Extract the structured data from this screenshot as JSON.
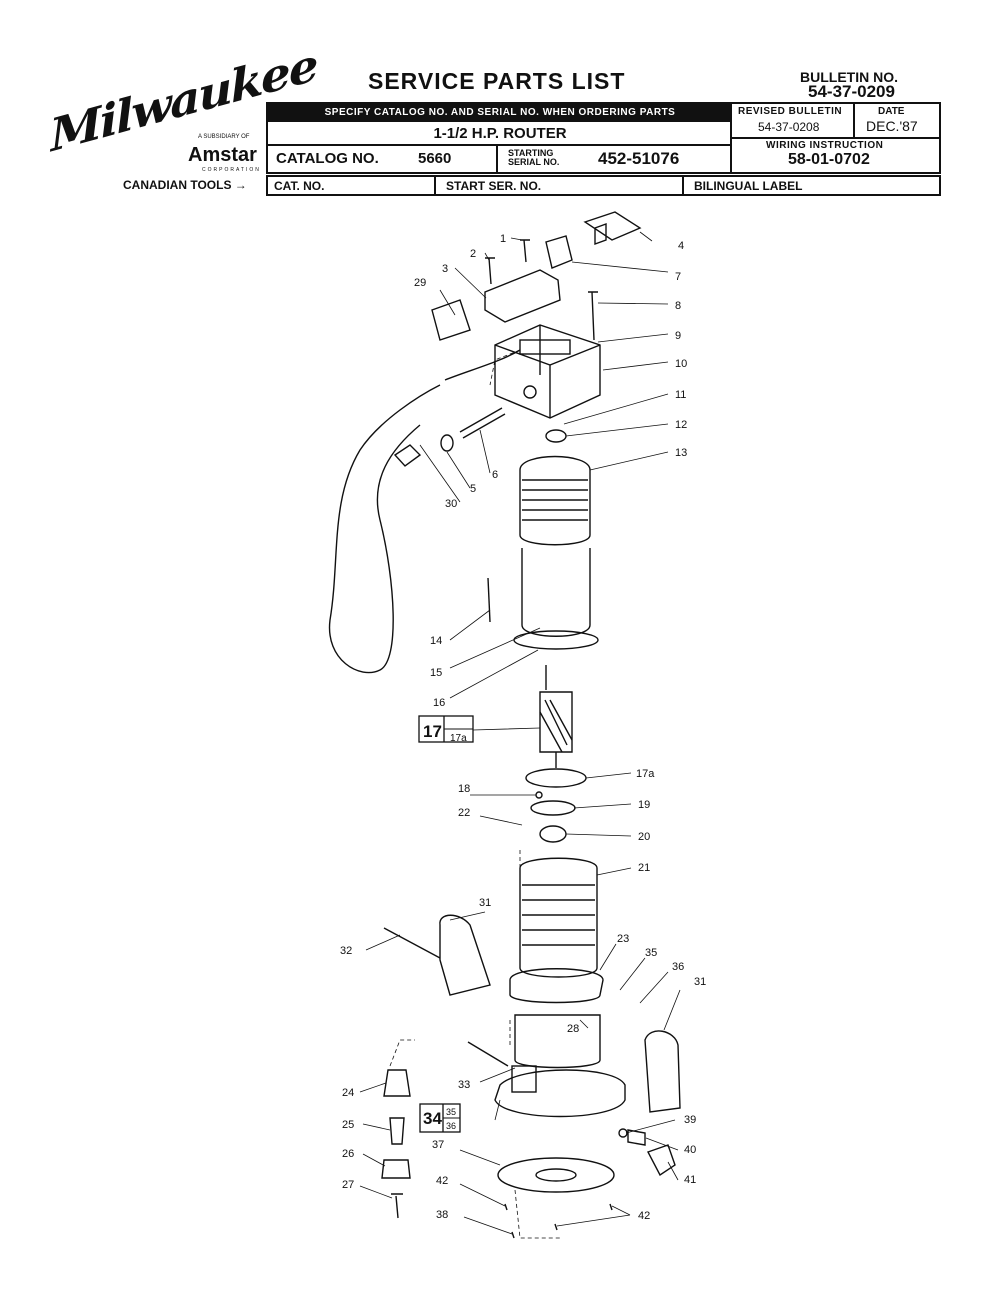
{
  "brand": {
    "logo_text": "Milwaukee",
    "subsidiary_text": "A SUBSIDIARY OF",
    "parent_brand": "Amstar",
    "corporation_text": "CORPORATION"
  },
  "header": {
    "title": "SERVICE PARTS LIST",
    "bulletin_label": "BULLETIN NO.",
    "bulletin_number": "54-37-0209",
    "specify_note": "SPECIFY CATALOG NO. AND SERIAL NO. WHEN ORDERING PARTS",
    "product_name": "1-1/2 H.P. ROUTER",
    "catalog_label": "CATALOG NO.",
    "catalog_number": "5660",
    "starting_serial_label_1": "STARTING",
    "starting_serial_label_2": "SERIAL NO.",
    "starting_serial_number": "452-51076",
    "revised_bulletin_label": "REVISED BULLETIN",
    "revised_bulletin_number": "54-37-0208",
    "date_label": "DATE",
    "date_value": "DEC.'87",
    "wiring_label": "WIRING INSTRUCTION",
    "wiring_number": "58-01-0702"
  },
  "canadian": {
    "label": "CANADIAN TOOLS",
    "cat_no_label": "CAT. NO.",
    "start_ser_label": "START SER. NO.",
    "bilingual_label": "BILINGUAL LABEL"
  },
  "callouts": {
    "c1": "1",
    "c2": "2",
    "c3": "3",
    "c4": "4",
    "c5": "5",
    "c6": "6",
    "c7": "7",
    "c8": "8",
    "c9": "9",
    "c10": "10",
    "c11": "11",
    "c12": "12",
    "c13": "13",
    "c14": "14",
    "c15": "15",
    "c16": "16",
    "c17": "17",
    "c17a": "17a",
    "c17a_box": "17a",
    "c18": "18",
    "c19": "19",
    "c20": "20",
    "c21": "21",
    "c22": "22",
    "c23": "23",
    "c24": "24",
    "c25": "25",
    "c26": "26",
    "c27": "27",
    "c28": "28",
    "c29": "29",
    "c30": "30",
    "c31a": "31",
    "c31b": "31",
    "c32": "32",
    "c33": "33",
    "c34": "34",
    "c34_35": "35",
    "c34_36": "36",
    "c35": "35",
    "c36": "36",
    "c37": "37",
    "c38": "38",
    "c39": "39",
    "c40": "40",
    "c41": "41",
    "c42a": "42",
    "c42b": "42"
  }
}
